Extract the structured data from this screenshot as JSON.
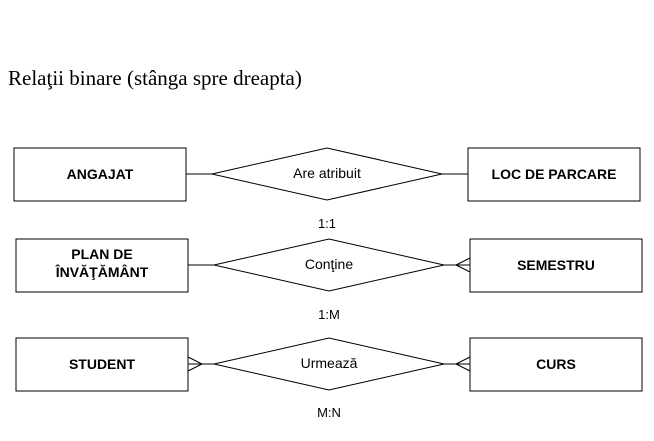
{
  "title": "Relaţii binare (stânga spre dreapta)",
  "relations": [
    {
      "left_entity": [
        "ANGAJAT"
      ],
      "relationship": "Are atribuit",
      "right_entity": [
        "LOC DE PARCARE"
      ],
      "cardinality": "1:1"
    },
    {
      "left_entity": [
        "PLAN DE",
        "ÎNVĂŢĂMÂNT"
      ],
      "relationship": "Conţine",
      "right_entity": [
        "SEMESTRU"
      ],
      "cardinality": "1:M"
    },
    {
      "left_entity": [
        "STUDENT"
      ],
      "relationship": "Urmează",
      "right_entity": [
        "CURS"
      ],
      "cardinality": "M:N"
    }
  ]
}
